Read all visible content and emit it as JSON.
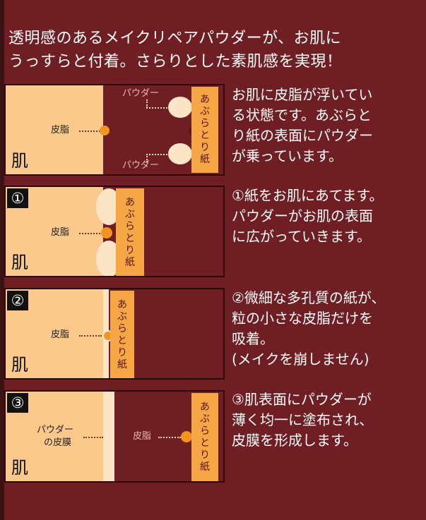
{
  "intro": {
    "line1": "透明感のあるメイクリペアパウダーが、お肌に",
    "line2": "うっすらと付着。さらりとした素肌感を実現！"
  },
  "panel0": {
    "skin": "肌",
    "sebum": "皮脂",
    "powder_top": "パウダー",
    "powder_bottom": "パウダー",
    "paper": [
      "あ",
      "ぶ",
      "ら",
      "と",
      "り",
      "紙"
    ],
    "desc": [
      "お肌に皮脂が浮いてい",
      "る状態です。あぶらと",
      "り紙の表面にパウダー",
      "が乗っています。"
    ]
  },
  "panel1": {
    "num": "①",
    "skin": "肌",
    "sebum": "皮脂",
    "paper": [
      "あ",
      "ぶ",
      "ら",
      "と",
      "り",
      "紙"
    ],
    "desc": [
      "①紙をお肌にあてます。",
      "パウダーがお肌の表面",
      "に広がっていきます。"
    ]
  },
  "panel2": {
    "num": "②",
    "skin": "肌",
    "sebum": "皮脂",
    "paper": [
      "あ",
      "ぶ",
      "ら",
      "と",
      "り",
      "紙"
    ],
    "desc": [
      "②微細な多孔質の紙が、",
      "粒の小さな皮脂だけを",
      "吸着。",
      "(メイクを崩しません)"
    ]
  },
  "panel3": {
    "num": "③",
    "skin": "肌",
    "film_line1": "パウダー",
    "film_line2": "の皮膜",
    "sebum": "皮脂",
    "paper": [
      "あ",
      "ぶ",
      "ら",
      "と",
      "り",
      "紙"
    ],
    "desc": [
      "③肌表面にパウダーが",
      "薄く均一に塗布され、",
      "皮膜を形成します。"
    ]
  },
  "colors": {
    "background": "#6f1f23",
    "skin": "#fcc98d",
    "paper": "#f7a646",
    "sebum": "#f19420",
    "powder": "#fbe5c6"
  }
}
